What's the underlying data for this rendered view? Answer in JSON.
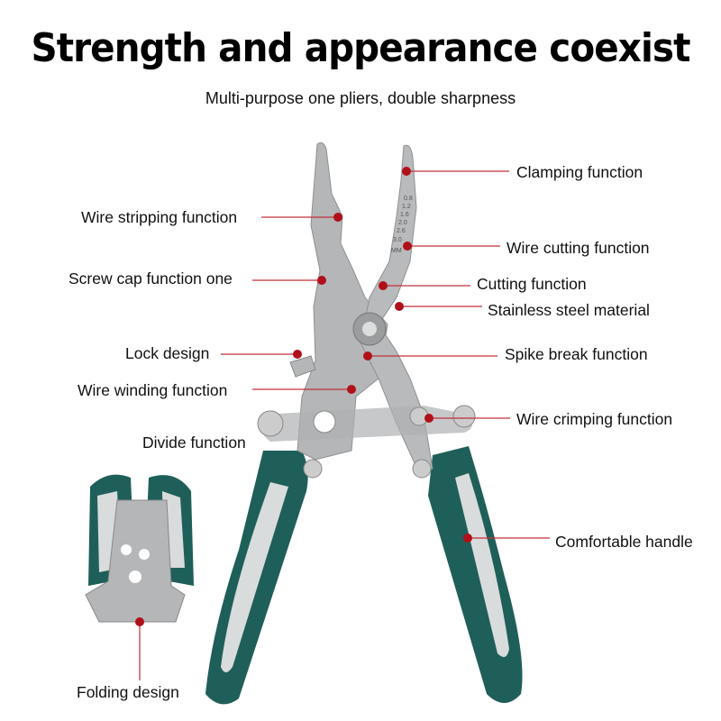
{
  "title": "Strength and appearance coexist",
  "subtitle": "Multi-purpose one pliers, double sharpness",
  "labels": {
    "clamping": "Clamping function",
    "wire_stripping": "Wire stripping function",
    "wire_cutting": "Wire cutting function",
    "screw_cap": "Screw cap function one",
    "cutting": "Cutting function",
    "stainless": "Stainless steel material",
    "lock": "Lock design",
    "spike_break": "Spike break function",
    "wire_winding": "Wire winding function",
    "wire_crimping": "Wire crimping function",
    "divide": "Divide function",
    "handle": "Comfortable handle",
    "folding": "Folding design"
  },
  "gauge": [
    "0.8",
    "1.2",
    "1.6",
    "2.0",
    "2.6",
    "3.0",
    "MM"
  ],
  "colors": {
    "handle": "#1f5f59",
    "grip": "#d9dcdc",
    "steel": "#b4b6b8",
    "dot": "#b0101a",
    "line": "#c0303a"
  }
}
